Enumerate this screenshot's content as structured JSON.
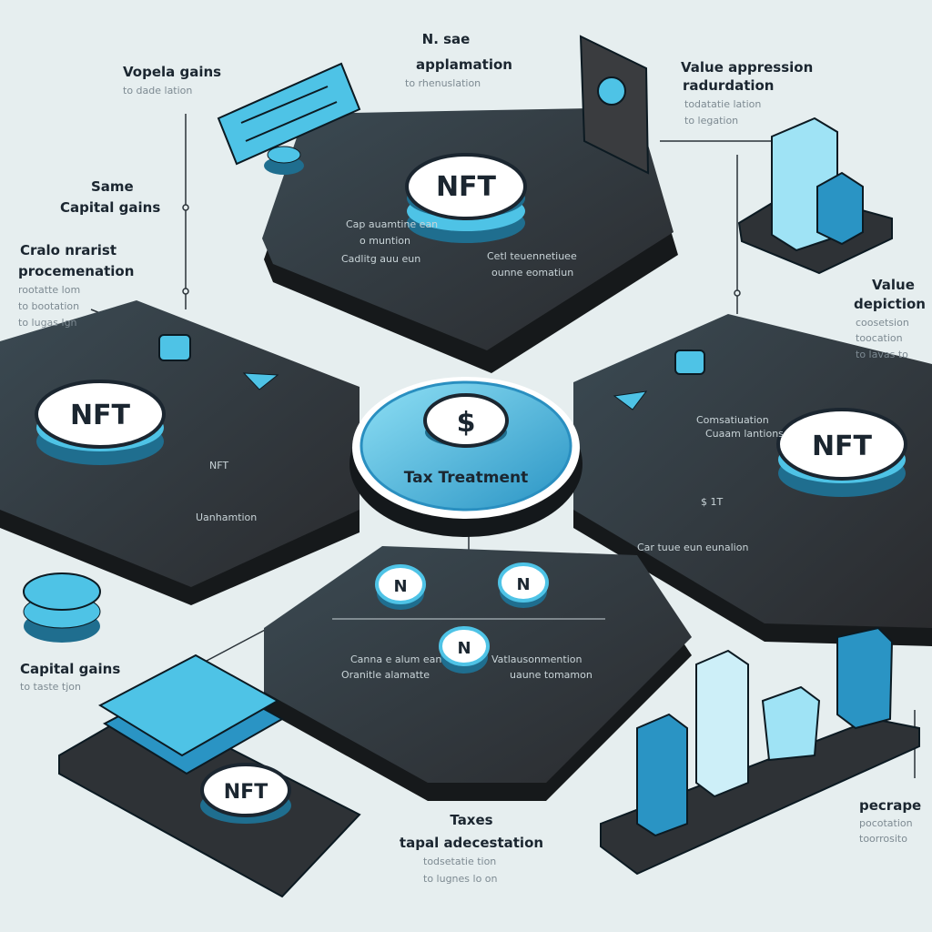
{
  "center": {
    "symbol": "$",
    "label": "Tax Treatment"
  },
  "labels": {
    "top_left": {
      "title": "Vopela gains",
      "sub": "to dade lation"
    },
    "top_center": {
      "title1": "N. sae",
      "title2": "applamation",
      "sub": "to rhenuslation"
    },
    "top_right": {
      "title1": "Value appression",
      "title2": "radurdation",
      "sub1": "todatatie lation",
      "sub2": "to legation"
    },
    "left_mid": {
      "title1": "Same",
      "title2": "Capital gains"
    },
    "left_lower": {
      "title1": "Cralo nrarist",
      "title2": "procemenation",
      "sub1": "rootatte lom",
      "sub2": "to bootation",
      "sub3": "to lugas lgn"
    },
    "right_mid": {
      "title1": "Value",
      "title2": "depiction",
      "sub1": "coosetsion",
      "sub2": "toocation",
      "sub3": "to lavas to"
    },
    "bottom_left": {
      "title": "Capital gains",
      "sub": "to taste tjon"
    },
    "bottom_center": {
      "title1": "Taxes",
      "title2": "tapal adecestation",
      "sub1": "todsetatie tion",
      "sub2": "to lugnes lo on"
    },
    "bottom_right": {
      "title": "pecrape",
      "sub1": "pocotation",
      "sub2": "toorrosito"
    }
  },
  "platforms": {
    "top": {
      "coin": "NFT",
      "text1": "Cap auamtine ean",
      "text2": "o muntion",
      "text3": "Cadlitg auu eun",
      "text4": "Cetl teuennetiuee",
      "text5": "ounne eomatiun"
    },
    "left": {
      "coin": "NFT",
      "tag": "NFT",
      "text1": "Uanhamtion"
    },
    "right": {
      "coin": "NFT",
      "text1": "Comsatiuation",
      "text2": "Cuaam lantions",
      "tag": "$ 1T",
      "text3": "Car tuue eun eunalion"
    },
    "bottom": {
      "coin1": "N",
      "coin2": "N",
      "coin3": "N",
      "text1": "Canna e alum ean",
      "text2": "Oranitle alamatte",
      "text3": "Vatlausonmention",
      "text4": "uaune tomamon"
    },
    "bottom_left": {
      "coin": "NFT"
    }
  },
  "colors": {
    "accent": "#3fb3d9",
    "platform": "#2e3236",
    "background": "#e6eeef"
  }
}
